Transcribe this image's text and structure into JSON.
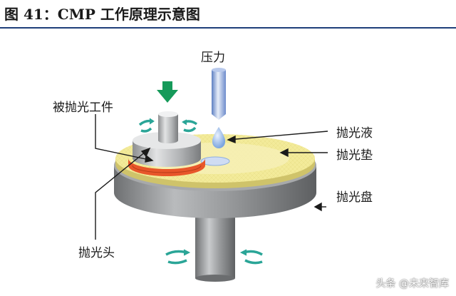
{
  "title": "图 41：CMP 工作原理示意图",
  "labels": {
    "pressure": "压力",
    "workpiece": "被抛光工件",
    "slurry": "抛光液",
    "pad": "抛光垫",
    "platen": "抛光盘",
    "polish_head": "抛光头"
  },
  "watermark": "头条 @未来智库",
  "colors": {
    "title_rule": "#1f3f7a",
    "pad": "#f3eb9a",
    "platen": "#8a8c8e",
    "arrow_green": "#169a5a",
    "rotation_arrow": "#2aa597",
    "workpiece_ring": "#e8562a",
    "slurry_drop": "#9fc0ea"
  }
}
